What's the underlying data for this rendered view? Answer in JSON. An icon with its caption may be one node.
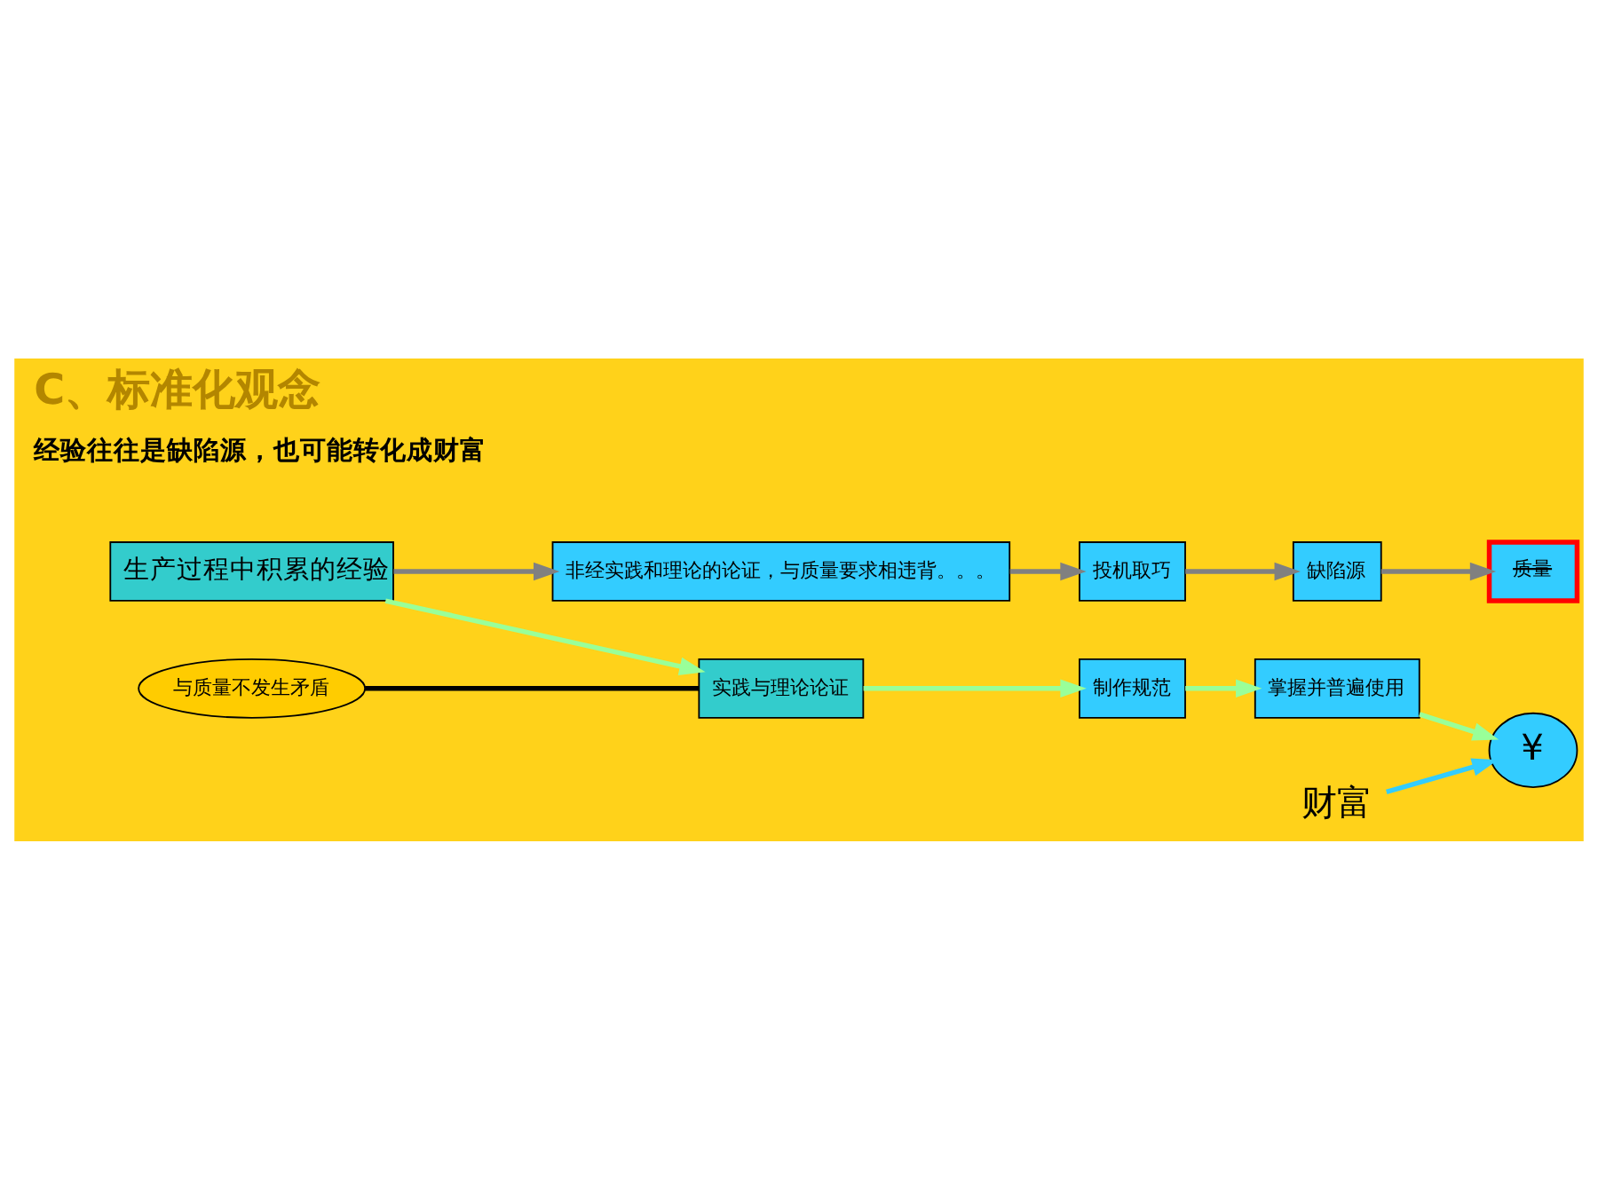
{
  "diagram": {
    "title": "C、标准化观念",
    "nodes": [
      {
        "text": [
          "生产过程中积累的经验"
        ]
      },
      {
        "text": [
          "非经实践和理论的论证，与质量要求相违背。。。"
        ]
      },
      {
        "text": [
          "投机取巧"
        ]
      },
      {
        "text": [
          "缺陷源"
        ]
      },
      {
        "text": [
          "质量"
        ]
      },
      {
        "text": [
          "实践与理论论证"
        ]
      },
      {
        "text": [
          "与质量不发生矛盾"
        ]
      },
      {
        "text": [
          "制作规范"
        ]
      },
      {
        "text": [
          "掌握并普遍使用"
        ]
      },
      {
        "text": [
          "¥"
        ]
      },
      {
        "text": [
          "财富"
        ]
      }
    ],
    "edges": [
      {
        "from": 0,
        "to": 1,
        "arrow": "to",
        "color": "#808080"
      },
      {
        "from": 1,
        "to": 2,
        "arrow": "to",
        "color": "#808080"
      },
      {
        "from": 2,
        "to": 3,
        "arrow": "to",
        "color": "#808080"
      },
      {
        "from": 3,
        "to": 4,
        "arrow": "to",
        "color": "#808080"
      },
      {
        "from": 0,
        "to": 5,
        "arrow": "to",
        "color": "#99ff99"
      },
      {
        "from": 5,
        "to": 7,
        "arrow": "to",
        "color": "#99ff99"
      },
      {
        "from": 7,
        "to": 8,
        "arrow": "to",
        "color": "#99ff99"
      },
      {
        "from": 8,
        "to": 9,
        "arrow": "to",
        "color": "#99ff99"
      },
      {
        "from": 6,
        "to": 5,
        "arrow": "none",
        "color": "#000000"
      },
      {
        "from": 10,
        "to": 9,
        "arrow": "to",
        "color": "#33ccff"
      }
    ],
    "labels": [
      "经验往往是缺陷源，也可能转化成财富"
    ]
  }
}
